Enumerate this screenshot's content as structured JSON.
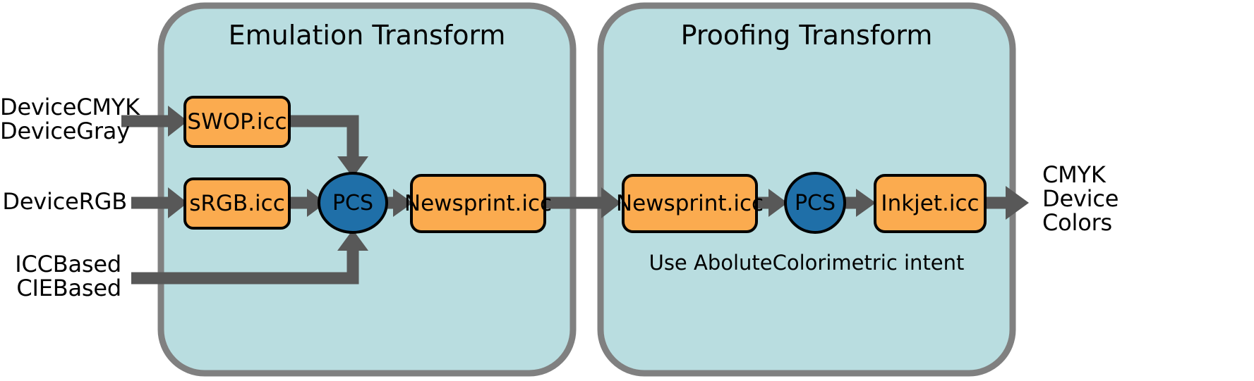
{
  "diagram": {
    "title": "ICC Color Management Emulation and Proofing Transform Pipeline",
    "colors": {
      "panel_fill": "#b9dde0",
      "panel_stroke": "#808080",
      "profile_fill": "#fbab4f",
      "profile_stroke": "#000000",
      "pcs_fill": "#1f6fa8",
      "pcs_stroke": "#000000",
      "arrow": "#585858",
      "text": "#000000",
      "background": "#ffffff"
    }
  },
  "inputs": [
    {
      "id": "input-cmyk",
      "lines": [
        "DeviceCMYK",
        "DeviceGray"
      ]
    },
    {
      "id": "input-rgb",
      "lines": [
        "DeviceRGB"
      ]
    },
    {
      "id": "input-icc",
      "lines": [
        "ICCBased",
        "CIEBased"
      ]
    }
  ],
  "outputs": [
    {
      "id": "output-cmyk",
      "lines": [
        "CMYK",
        "Device",
        "Colors"
      ]
    }
  ],
  "panels": [
    {
      "id": "emulation-transform",
      "title": "Emulation Transform",
      "note": "",
      "nodes": [
        {
          "id": "swop",
          "label": "SWOP.icc",
          "shape": "rounded-rect"
        },
        {
          "id": "srgb",
          "label": "sRGB.icc",
          "shape": "rounded-rect"
        },
        {
          "id": "pcs-left",
          "label": "PCS",
          "shape": "ellipse"
        },
        {
          "id": "newsprint-left",
          "label": "Newsprint.icc",
          "shape": "rounded-rect"
        }
      ]
    },
    {
      "id": "proofing-transform",
      "title": "Proofing Transform",
      "note": "Use AboluteColorimetric intent",
      "nodes": [
        {
          "id": "newsprint-right",
          "label": "Newsprint.icc",
          "shape": "rounded-rect"
        },
        {
          "id": "pcs-right",
          "label": "PCS",
          "shape": "ellipse"
        },
        {
          "id": "inkjet",
          "label": "Inkjet.icc",
          "shape": "rounded-rect"
        }
      ]
    }
  ],
  "connections": [
    {
      "id": "conn-cmyk-to-swop",
      "from": "input-cmyk",
      "to": "swop"
    },
    {
      "id": "conn-rgb-to-srgb",
      "from": "input-rgb",
      "to": "srgb"
    },
    {
      "id": "conn-swop-to-pcs",
      "from": "swop",
      "to": "pcs-left"
    },
    {
      "id": "conn-srgb-to-pcs",
      "from": "srgb",
      "to": "pcs-left"
    },
    {
      "id": "conn-icc-to-pcs",
      "from": "input-icc",
      "to": "pcs-left"
    },
    {
      "id": "conn-pcs-to-newsprint",
      "from": "pcs-left",
      "to": "newsprint-left"
    },
    {
      "id": "conn-newsprint-to-newsprint",
      "from": "newsprint-left",
      "to": "newsprint-right"
    },
    {
      "id": "conn-newsprint-to-pcs2",
      "from": "newsprint-right",
      "to": "pcs-right"
    },
    {
      "id": "conn-pcs2-to-inkjet",
      "from": "pcs-right",
      "to": "inkjet"
    },
    {
      "id": "conn-inkjet-to-output",
      "from": "inkjet",
      "to": "output-cmyk"
    }
  ]
}
